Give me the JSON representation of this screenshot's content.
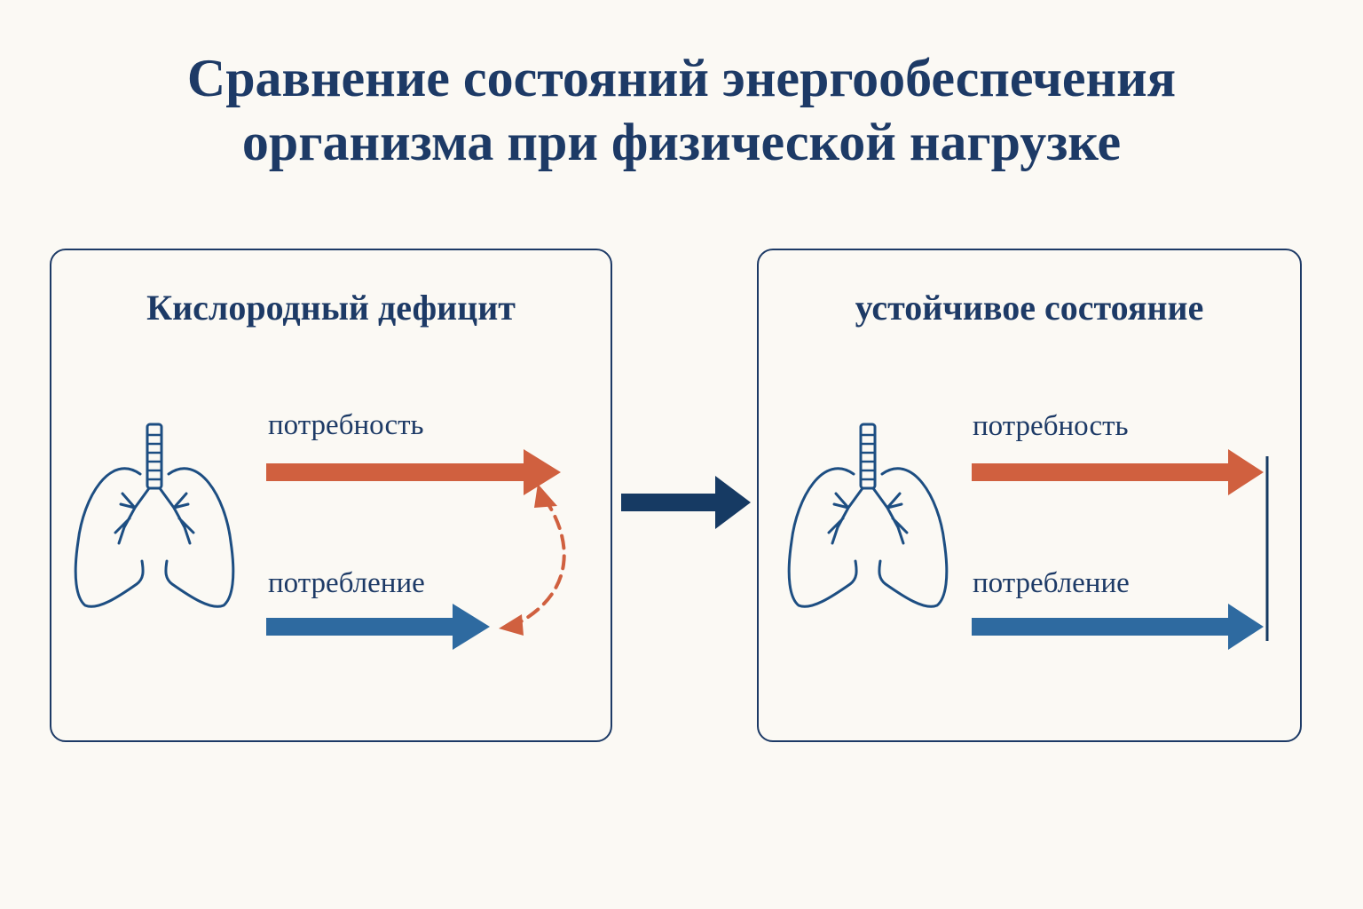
{
  "title": {
    "line1": "Сравнение состояний энергообеспечения",
    "line2": "организма при физической нагрузке"
  },
  "panels": [
    {
      "title": "Кислородный дефицит",
      "demand_label": "потребность",
      "consumption_label": "потребление"
    },
    {
      "title": "устойчивое состояние",
      "demand_label": "потребность",
      "consumption_label": "потребление"
    }
  ],
  "icons": {
    "organ": "lungs-icon",
    "transition": "arrow-right-icon"
  },
  "colors": {
    "demand": "#d0603f",
    "consumption": "#2e6aa0",
    "frame": "#1d3a66",
    "transition_arrow": "#163a63"
  }
}
